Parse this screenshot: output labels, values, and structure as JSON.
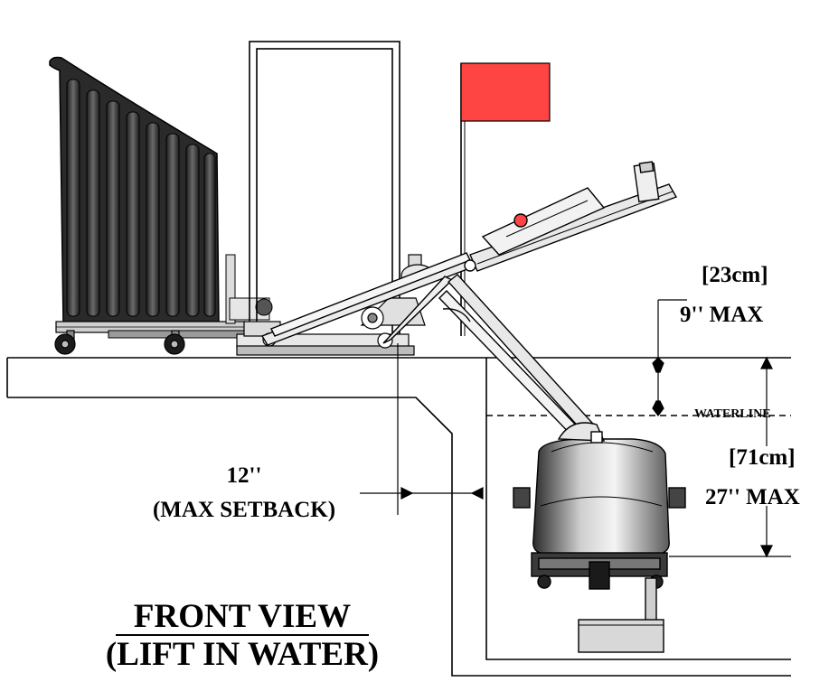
{
  "labels": {
    "height_cm": "[23cm]",
    "height_in": "9'' MAX",
    "waterline": "WATERLINE",
    "depth_cm": "[71cm]",
    "depth_in": "27'' MAX",
    "setback_in": "12''",
    "setback_note": "(MAX SETBACK)",
    "view_title": "FRONT VIEW",
    "view_subtitle": "(LIFT IN WATER)"
  },
  "colors": {
    "flag": "#ff4444",
    "line": "#000000",
    "seat_dark": "#3a3a3a",
    "seat_light": "#e4e4e4"
  }
}
